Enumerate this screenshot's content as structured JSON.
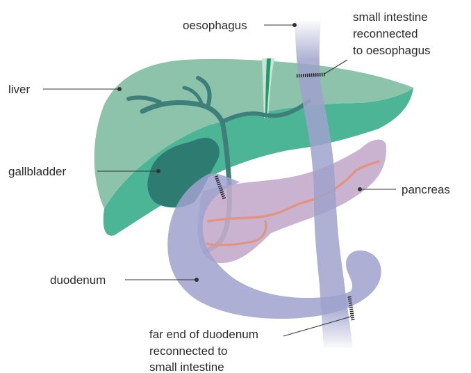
{
  "labels": {
    "oesophagus": "oesophagus",
    "small_intestine": [
      "small intestine",
      "reconnected",
      "to oesophagus"
    ],
    "liver": "liver",
    "gallbladder": "gallbladder",
    "pancreas": "pancreas",
    "duodenum": "duodenum",
    "far_end": [
      "far end of duodenum",
      "reconnected to",
      "small intestine"
    ]
  },
  "colors": {
    "liver_light": "#8cc3aa",
    "liver_dark": "#4bb596",
    "bile_duct": "#3e7f7a",
    "gallbladder": "#2e7b72",
    "intestine": "#9fa2cc",
    "pancreas": "#c4abcc",
    "vessel": "#e0957e",
    "staples": "#222222"
  }
}
